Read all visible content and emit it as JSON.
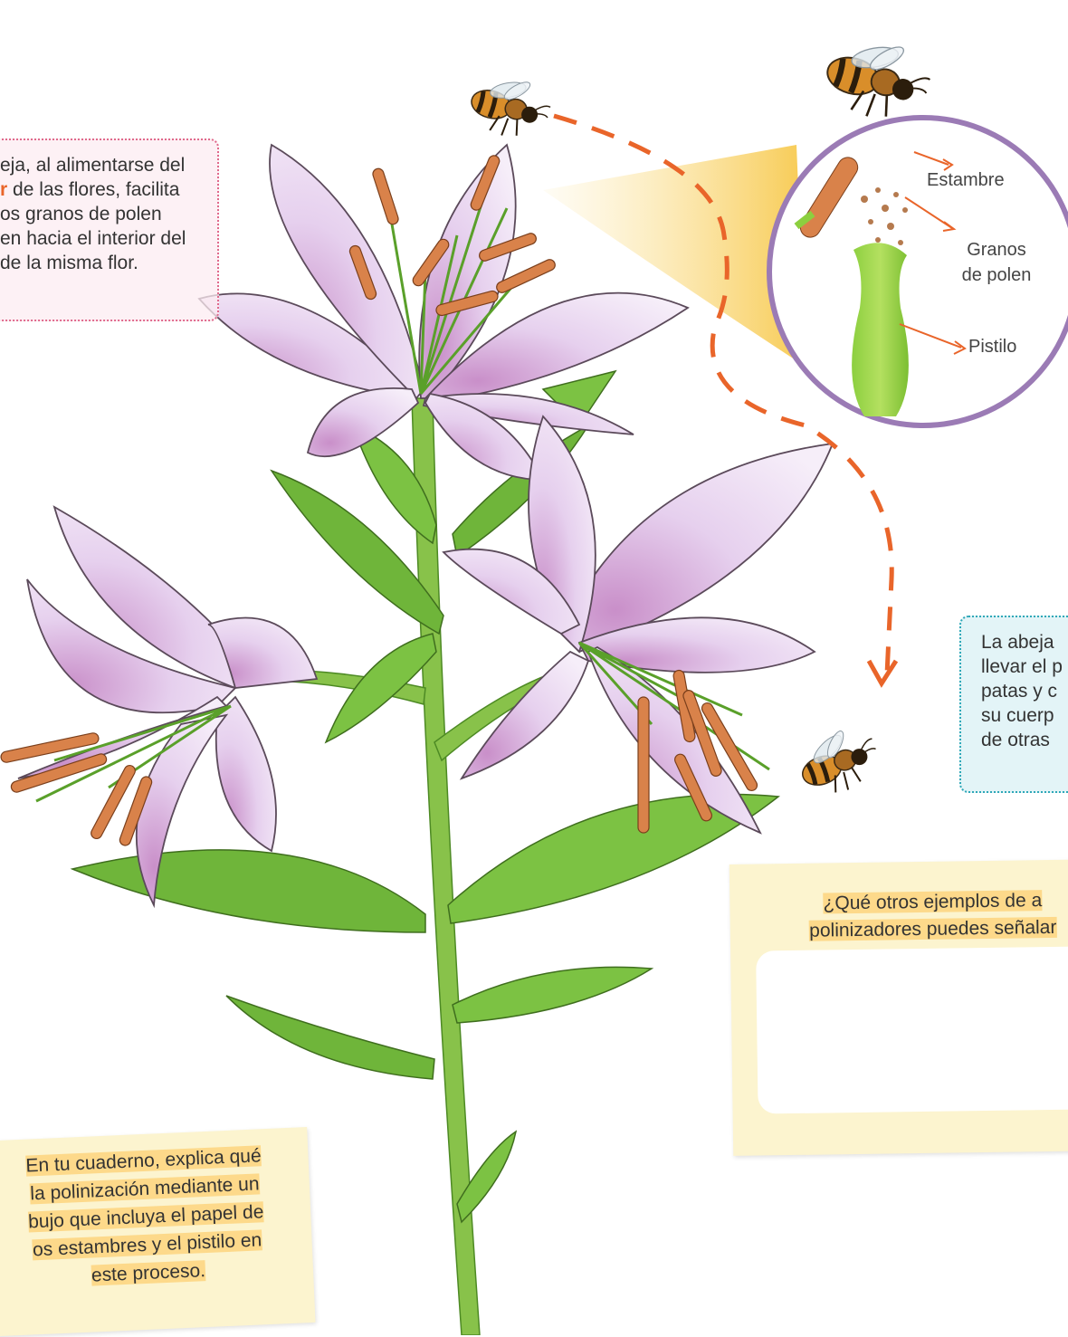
{
  "note_pink": {
    "line1": "eja, al alimentarse del",
    "line2_word": "r",
    "line2_rest": " de las flores, facilita",
    "line3": "os granos de polen",
    "line4": "en hacia el interior del",
    "line5": " de la misma flor."
  },
  "zoom_labels": {
    "stamen": "Estambre",
    "pollen_1": "Granos",
    "pollen_2": "de polen",
    "pistil": "Pistilo"
  },
  "note_blue": {
    "line1": "La abeja",
    "line2": "llevar el p",
    "line3": "patas y c",
    "line4": "su cuerp",
    "line5": "de otras"
  },
  "question": {
    "line1": "¿Qué otros ejemplos de a",
    "line2": "polinizadores puedes señalar"
  },
  "task": {
    "line1": "En tu cuaderno, explica qué",
    "line2": " la polinización mediante un",
    "line3": "bujo que incluya el papel de",
    "line4": "os estambres y el pistilo en",
    "line5": "este proceso."
  },
  "colors": {
    "petal": "#e7d4ec",
    "petal_edge": "#5b4a5a",
    "leaf": "#7cbf44",
    "stamen": "#d9824a",
    "dashed_path": "#e9652a",
    "zoom_ring": "#9b7bb5",
    "zoom_beam": "#f7c84a"
  },
  "icons": [
    "bee-icon",
    "zoom-circle",
    "lily-flower"
  ]
}
